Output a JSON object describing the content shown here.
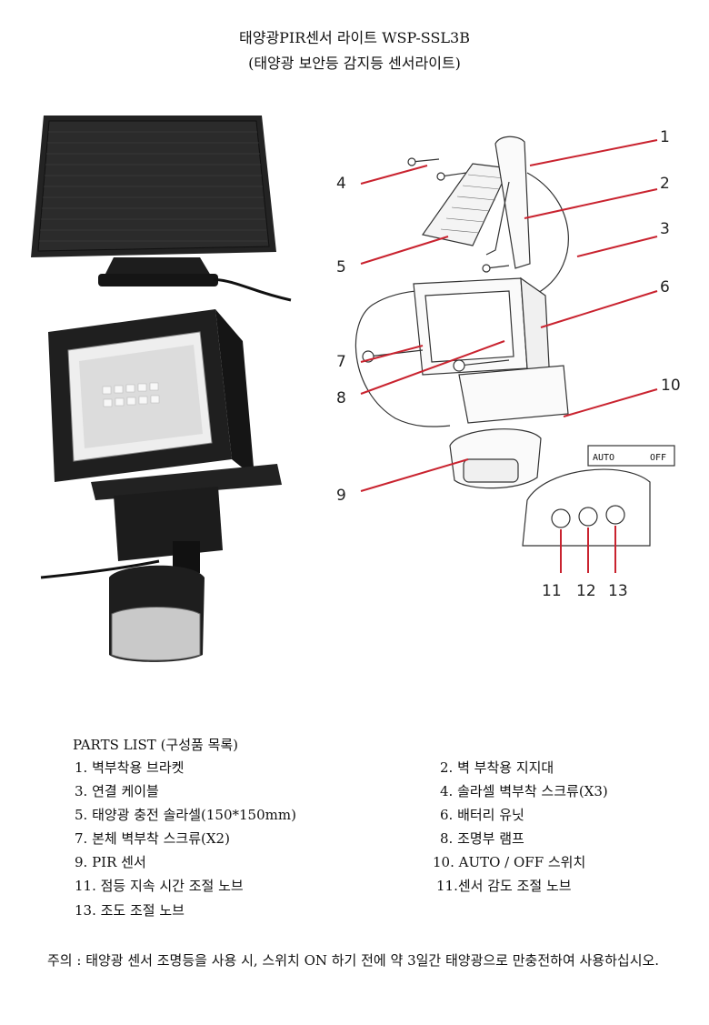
{
  "header": {
    "title": "태양광PIR센서 라이트  WSP-SSL3B",
    "subtitle": "(태양광 보안등 감지등 센서라이트)"
  },
  "diagram": {
    "callouts": [
      "1",
      "2",
      "3",
      "4",
      "5",
      "6",
      "7",
      "8",
      "9",
      "10",
      "11",
      "12",
      "13"
    ],
    "switch_panel": {
      "auto": "AUTO",
      "off": "OFF"
    }
  },
  "parts": {
    "title": "PARTS LIST  (구성품 목록)",
    "items": [
      "1. 벽부착용 브라켓",
      "2. 벽 부착용 지지대",
      "3. 연결 케이블",
      "4. 솔라셀 벽부착 스크류(X3)",
      "5. 태양광 충전 솔라셀(150*150mm)",
      "6. 배터리 유닛",
      "7. 본체 벽부착 스크류(X2)",
      "8.  조명부 램프",
      "9.  PIR 센서",
      "10.  AUTO / OFF 스위치",
      "11. 점등 지속 시간 조절 노브",
      "11.센서 감도 조절 노브",
      "13. 조도 조절 노브"
    ]
  },
  "note": {
    "text": "주의 :  태양광 센서 조명등을 사용 시, 스위치 ON 하기 전에 약 3일간 태양광으로 만충전하여 사용하십시오."
  }
}
